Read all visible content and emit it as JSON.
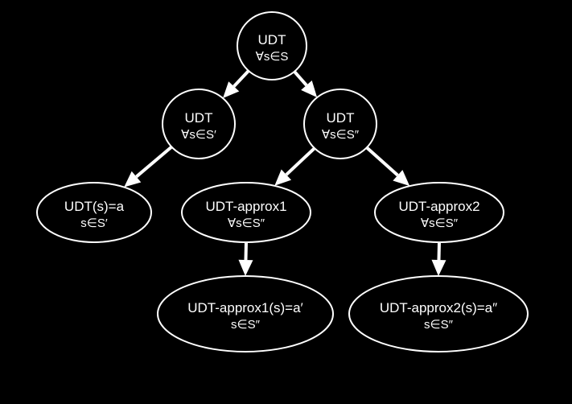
{
  "diagram": {
    "background": "#000000",
    "foreground": "#ffffff",
    "nodes": [
      {
        "id": "udt-all",
        "line1": "UDT",
        "line2": "∀s∈S"
      },
      {
        "id": "udt-s-prime",
        "line1": "UDT",
        "line2": "∀s∈S′"
      },
      {
        "id": "udt-s-double-prime",
        "line1": "UDT",
        "line2": "∀s∈S″"
      },
      {
        "id": "udt-result",
        "line1": "UDT(s)=a",
        "line2": "s∈S′"
      },
      {
        "id": "udt-approx1",
        "line1": "UDT-approx1",
        "line2": "∀s∈S″"
      },
      {
        "id": "udt-approx2",
        "line1": "UDT-approx2",
        "line2": "∀s∈S″"
      },
      {
        "id": "udt-approx1-result",
        "line1": "UDT-approx1(s)=a′",
        "line2": "s∈S″"
      },
      {
        "id": "udt-approx2-result",
        "line1": "UDT-approx2(s)=a″",
        "line2": "s∈S″"
      }
    ],
    "edges": [
      {
        "from": "udt-all",
        "to": "udt-s-prime"
      },
      {
        "from": "udt-all",
        "to": "udt-s-double-prime"
      },
      {
        "from": "udt-s-prime",
        "to": "udt-result"
      },
      {
        "from": "udt-s-double-prime",
        "to": "udt-approx1"
      },
      {
        "from": "udt-s-double-prime",
        "to": "udt-approx2"
      },
      {
        "from": "udt-approx1",
        "to": "udt-approx1-result"
      },
      {
        "from": "udt-approx2",
        "to": "udt-approx2-result"
      }
    ]
  }
}
